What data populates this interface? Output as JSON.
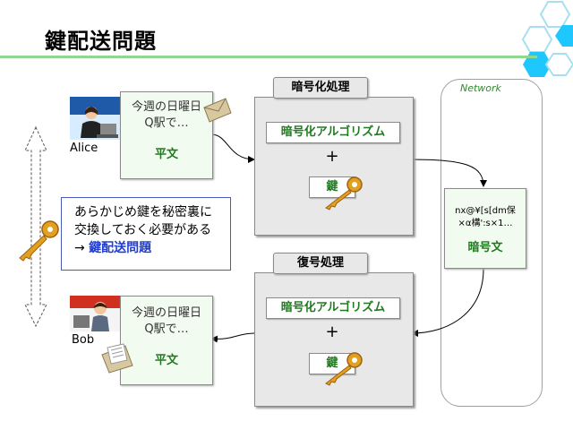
{
  "title": "鍵配送問題",
  "network": {
    "label": "Network"
  },
  "encryption": {
    "tag": "暗号化処理",
    "algorithm": "暗号化アルゴリズム",
    "plus": "+",
    "key": "鍵"
  },
  "decryption": {
    "tag": "復号処理",
    "algorithm": "暗号化アルゴリズム",
    "plus": "+",
    "key": "鍵"
  },
  "alice": {
    "name": "Alice",
    "note_line1": "今週の日曜日",
    "note_line2": "Q駅で…",
    "note_label": "平文"
  },
  "bob": {
    "name": "Bob",
    "note_line1": "今週の日曜日",
    "note_line2": "Q駅で…",
    "note_label": "平文"
  },
  "ciphertext": {
    "line1": "nx@¥[s[dm保",
    "line2": "×α構':s×1…",
    "label": "暗号文"
  },
  "explanation": {
    "line1": "あらかじめ鍵を秘密裏に",
    "line2": "交換しておく必要がある",
    "arrow": "→",
    "emphasis": "鍵配送問題"
  },
  "colors": {
    "accent_green": "#1f7a1f",
    "title_rule": "#8fd98f",
    "emphasis_blue": "#1f3dd0",
    "hex_cyan": "#1ec8ff",
    "key_gold": "#e0a020"
  }
}
